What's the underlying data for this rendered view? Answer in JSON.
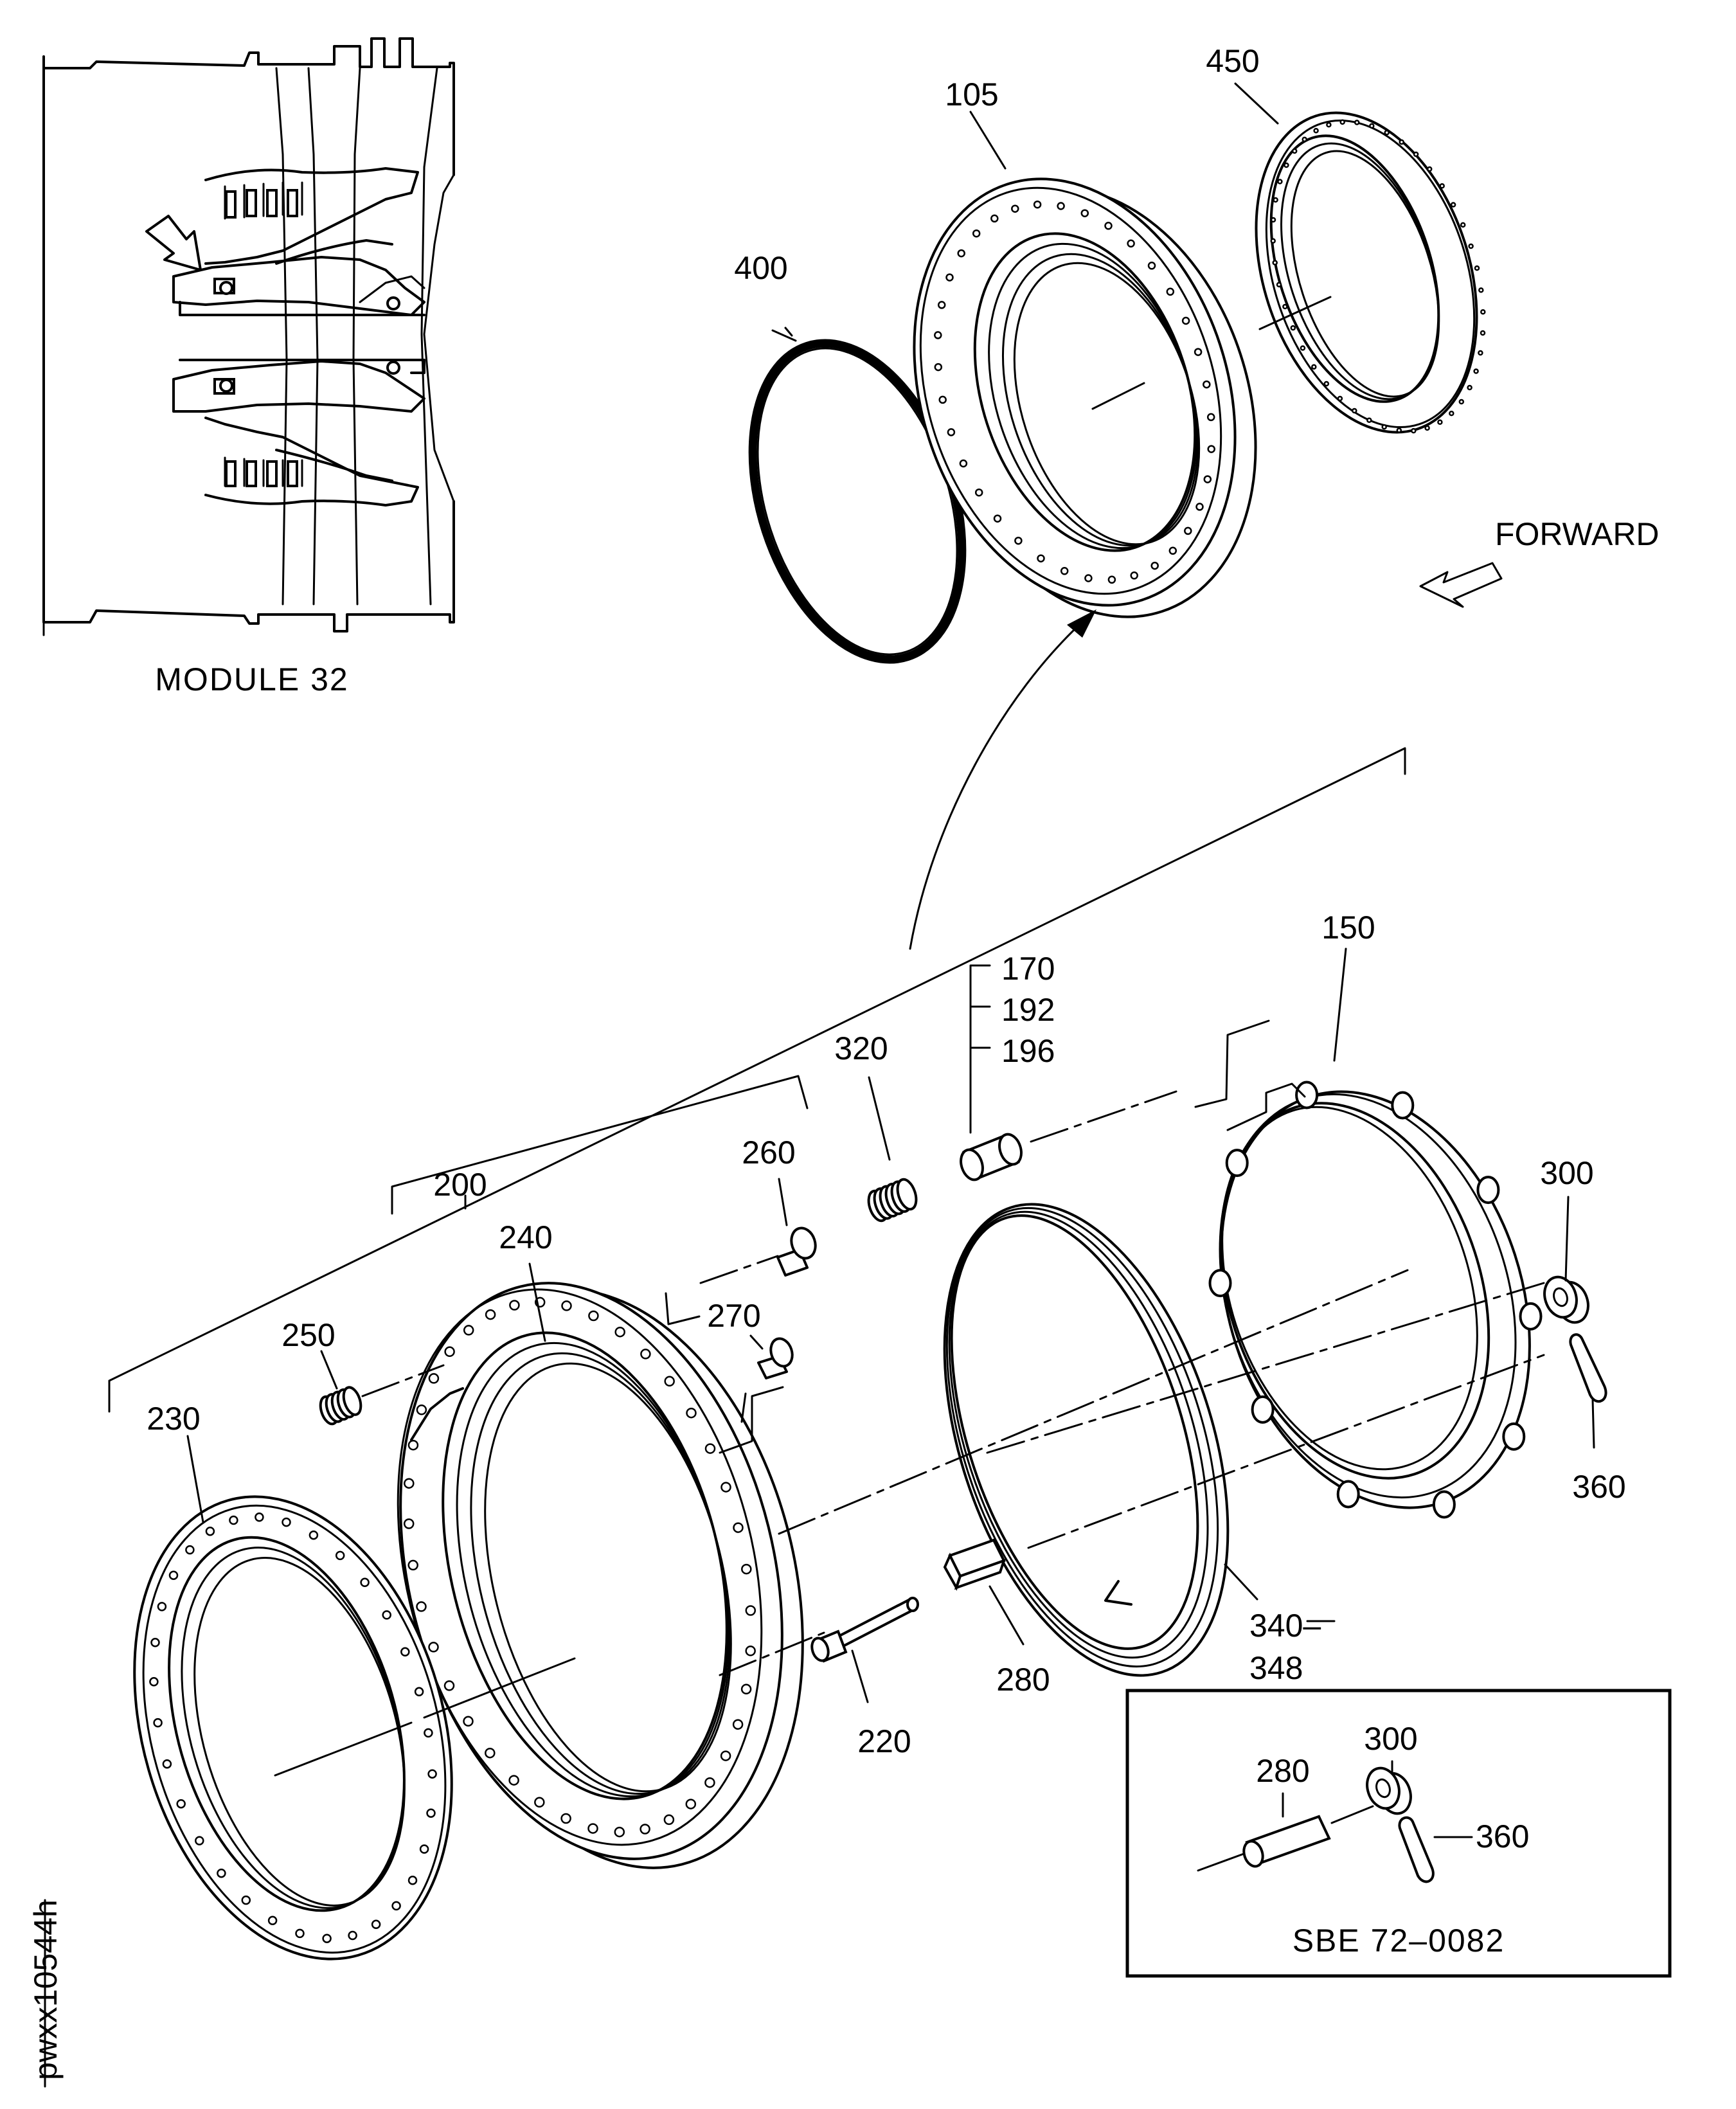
{
  "drawing_id": "pwxx10544h",
  "inset": {
    "caption": "MODULE 32"
  },
  "direction": {
    "label": "FORWARD"
  },
  "callouts": {
    "c105": "105",
    "c150": "150",
    "c170": "170",
    "c192": "192",
    "c196": "196",
    "c200": "200",
    "c220": "220",
    "c230": "230",
    "c240": "240",
    "c250": "250",
    "c260": "260",
    "c270": "270",
    "c280": "280",
    "c300": "300",
    "c320": "320",
    "c340": "340–",
    "c348": "348",
    "c360": "360",
    "c400": "400",
    "c450": "450"
  },
  "sbe_box": {
    "caption": "SBE 72–0082",
    "callouts": {
      "c280": "280",
      "c300": "300",
      "c360": "360"
    }
  }
}
